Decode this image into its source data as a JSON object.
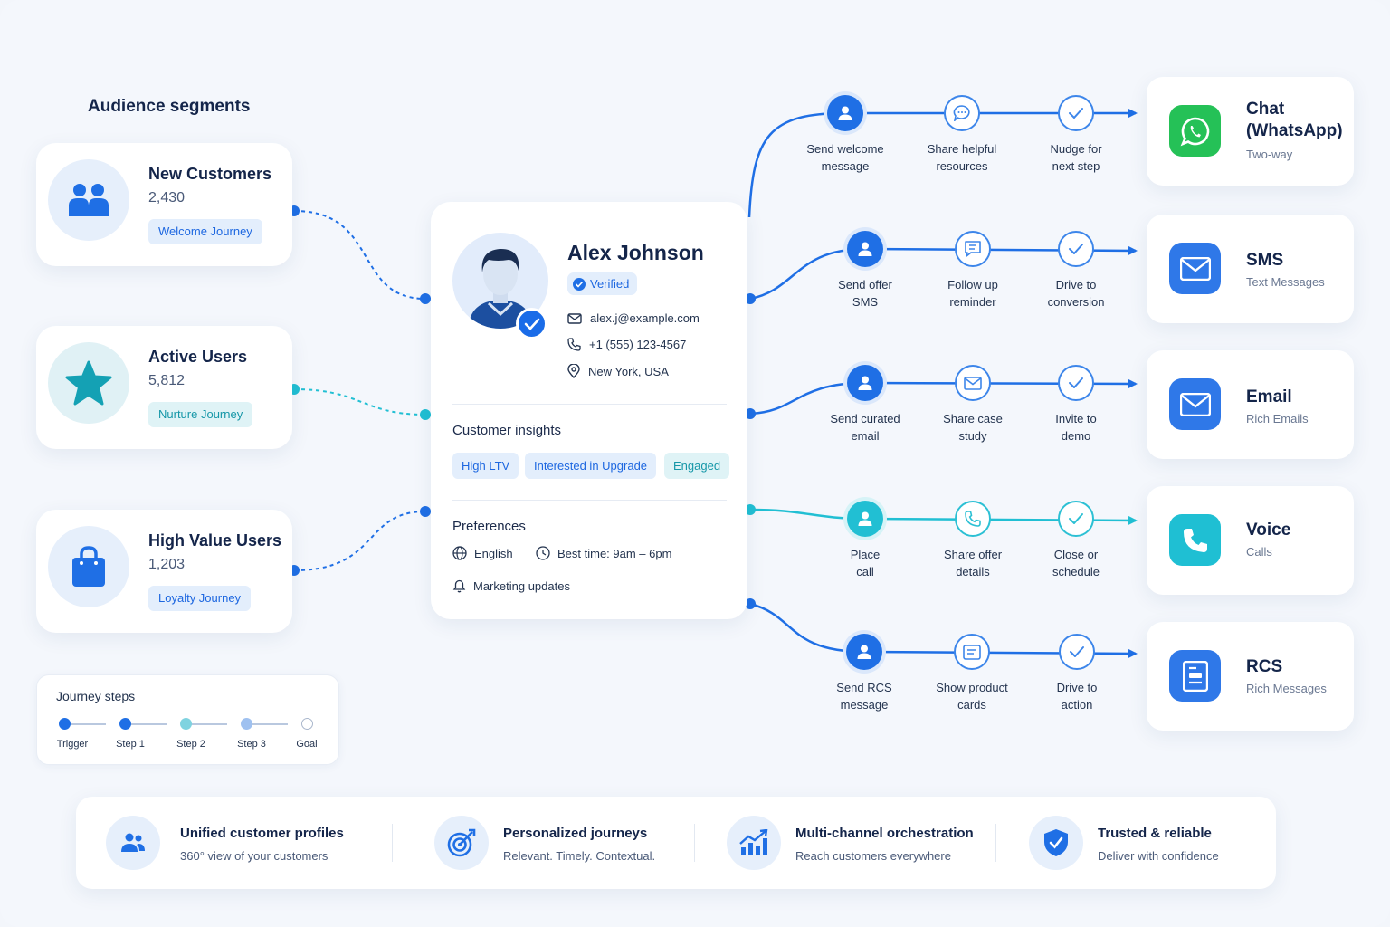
{
  "segments_title": "Audience segments",
  "segments": [
    {
      "name": "New Customers",
      "count": "2,430",
      "journey": "Welcome Journey",
      "icon": "people-icon"
    },
    {
      "name": "Active Users",
      "count": "5,812",
      "journey": "Nurture Journey",
      "icon": "star-icon"
    },
    {
      "name": "High Value Users",
      "count": "1,203",
      "journey": "Loyalty Journey",
      "icon": "shopping-bag-icon"
    }
  ],
  "profile": {
    "name": "Alex Johnson",
    "verified": "Verified",
    "email": "alex.j@example.com",
    "phone": "+1 (555) 123-4567",
    "location": "New York, USA",
    "insights_title": "Customer insights",
    "tags": [
      "High LTV",
      "Interested in Upgrade",
      "Engaged"
    ],
    "preferences_title": "Preferences",
    "language": "English",
    "best_time": "Best time: 9am – 6pm",
    "marketing": "Marketing updates"
  },
  "journeys": [
    {
      "steps": [
        "Send welcome\nmessage",
        "Share helpful\nresources",
        "Nudge for\nnext step"
      ],
      "icons": [
        "user-icon",
        "chat-bubble-icon",
        "check-icon"
      ]
    },
    {
      "steps": [
        "Send offer\nSMS",
        "Follow up\nreminder",
        "Drive to\nconversion"
      ],
      "icons": [
        "user-icon",
        "message-icon",
        "check-icon"
      ]
    },
    {
      "steps": [
        "Send curated\nemail",
        "Share case\nstudy",
        "Invite to\ndemo"
      ],
      "icons": [
        "user-icon",
        "envelope-icon",
        "check-icon"
      ]
    },
    {
      "steps": [
        "Place\ncall",
        "Share offer\ndetails",
        "Close or\nschedule"
      ],
      "icons": [
        "user-icon",
        "phone-icon",
        "check-icon"
      ]
    },
    {
      "steps": [
        "Send RCS\nmessage",
        "Show product\ncards",
        "Drive to\naction"
      ],
      "icons": [
        "user-icon",
        "card-icon",
        "check-icon"
      ]
    }
  ],
  "channels": [
    {
      "name": "Chat\n(WhatsApp)",
      "sub": "Two-way",
      "icon": "whatsapp-icon",
      "color": "#25c157"
    },
    {
      "name": "SMS",
      "sub": "Text Messages",
      "icon": "envelope-icon",
      "color": "#2f78e8"
    },
    {
      "name": "Email",
      "sub": "Rich Emails",
      "icon": "envelope-icon",
      "color": "#2f78e8"
    },
    {
      "name": "Voice",
      "sub": "Calls",
      "icon": "phone-icon",
      "color": "#1fbfd3"
    },
    {
      "name": "RCS",
      "sub": "Rich Messages",
      "icon": "rcs-card-icon",
      "color": "#2f78e8"
    }
  ],
  "legend": {
    "title": "Journey steps",
    "steps": [
      "Trigger",
      "Step 1",
      "Step 2",
      "Step 3",
      "Goal"
    ]
  },
  "features": [
    {
      "title": "Unified customer profiles",
      "sub": "360° view of your customers",
      "icon": "people-icon"
    },
    {
      "title": "Personalized journeys",
      "sub": "Relevant. Timely. Contextual.",
      "icon": "target-icon"
    },
    {
      "title": "Multi-channel orchestration",
      "sub": "Reach customers everywhere",
      "icon": "growth-chart-icon"
    },
    {
      "title": "Trusted & reliable",
      "sub": "Deliver with confidence",
      "icon": "shield-check-icon"
    }
  ],
  "colors": {
    "blue": "#1f6fe5",
    "teal": "#21bfd3",
    "navy": "#14254a"
  }
}
